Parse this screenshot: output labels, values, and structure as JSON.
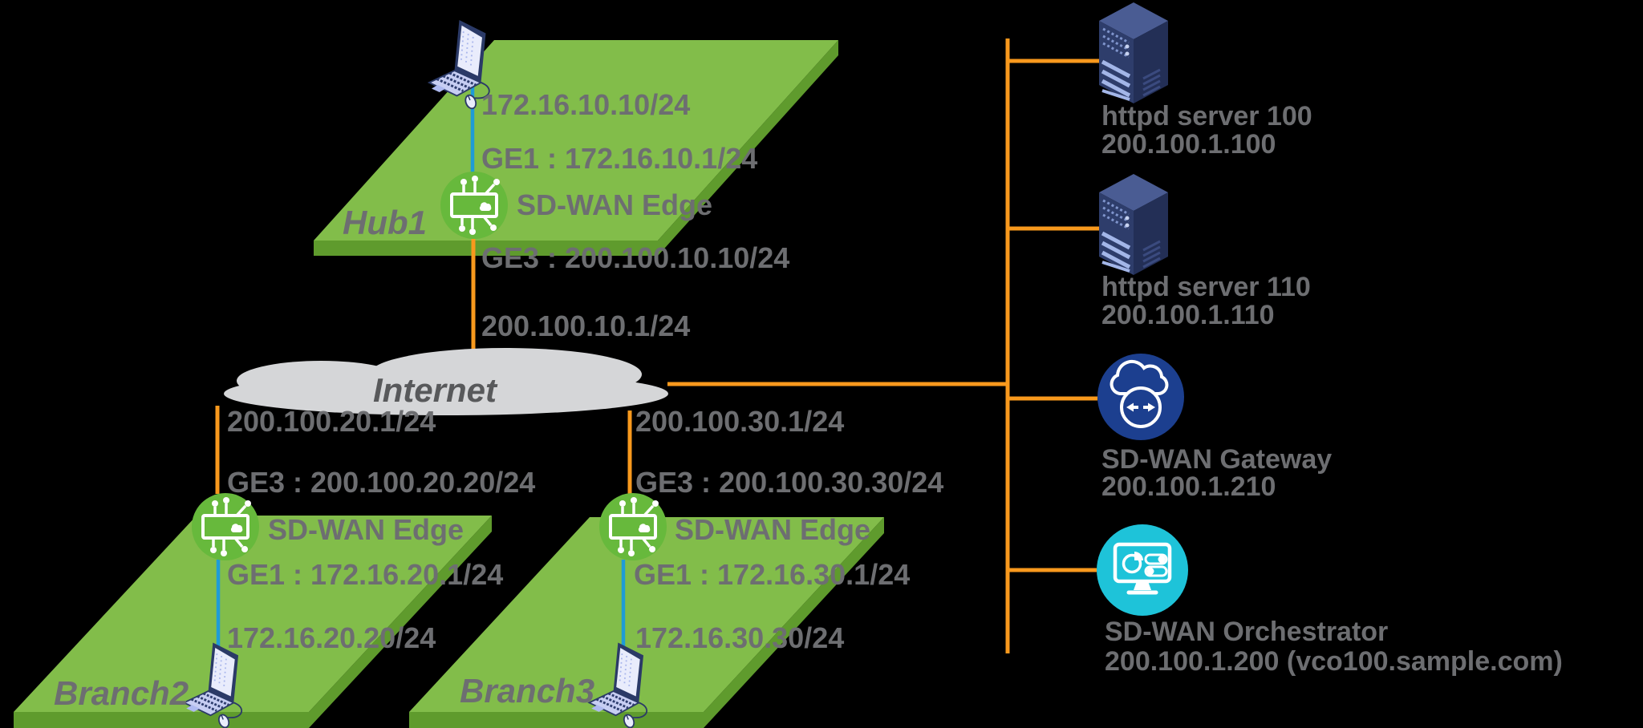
{
  "colors": {
    "background": "#000000",
    "site_green": "#82BD4A",
    "site_green_side": "#5F9B2D",
    "edge_green": "#67B93C",
    "wan_orange": "#F8991D",
    "lan_blue": "#1E9CD7",
    "label_gray": "#6D6E71",
    "cloud_gray": "#D5D6D8",
    "cloud_text_gray": "#58595B",
    "gateway_blue": "#1C3F8F",
    "orchestrator_cyan": "#1EC3D9",
    "server_navy": "#2E3D6B"
  },
  "internet": {
    "label": "Internet"
  },
  "sites": {
    "hub": {
      "name": "Hub1",
      "host_ip": "172.16.10.10/24",
      "lan_port": "GE1 : 172.16.10.1/24",
      "edge": "SD-WAN Edge",
      "wan_port": "GE3 : 200.100.10.10/24",
      "wan_gateway_ip": "200.100.10.1/24"
    },
    "branch2": {
      "name": "Branch2",
      "wan_gateway_ip": "200.100.20.1/24",
      "wan_port": "GE3 : 200.100.20.20/24",
      "edge": "SD-WAN Edge",
      "lan_port": "GE1 : 172.16.20.1/24",
      "host_ip": "172.16.20.20/24"
    },
    "branch3": {
      "name": "Branch3",
      "wan_gateway_ip": "200.100.30.1/24",
      "wan_port": "GE3 : 200.100.30.30/24",
      "edge": "SD-WAN Edge",
      "lan_port": "GE1 : 172.16.30.1/24",
      "host_ip": "172.16.30.30/24"
    }
  },
  "datacenter": {
    "servers": [
      {
        "name": "httpd server 100",
        "ip": "200.100.1.100"
      },
      {
        "name": "httpd server 110",
        "ip": "200.100.1.110"
      }
    ],
    "gateway": {
      "name": "SD-WAN Gateway",
      "ip": "200.100.1.210"
    },
    "orchestrator": {
      "name": "SD-WAN Orchestrator",
      "ip": "200.100.1.200 (vco100.sample.com)"
    }
  }
}
